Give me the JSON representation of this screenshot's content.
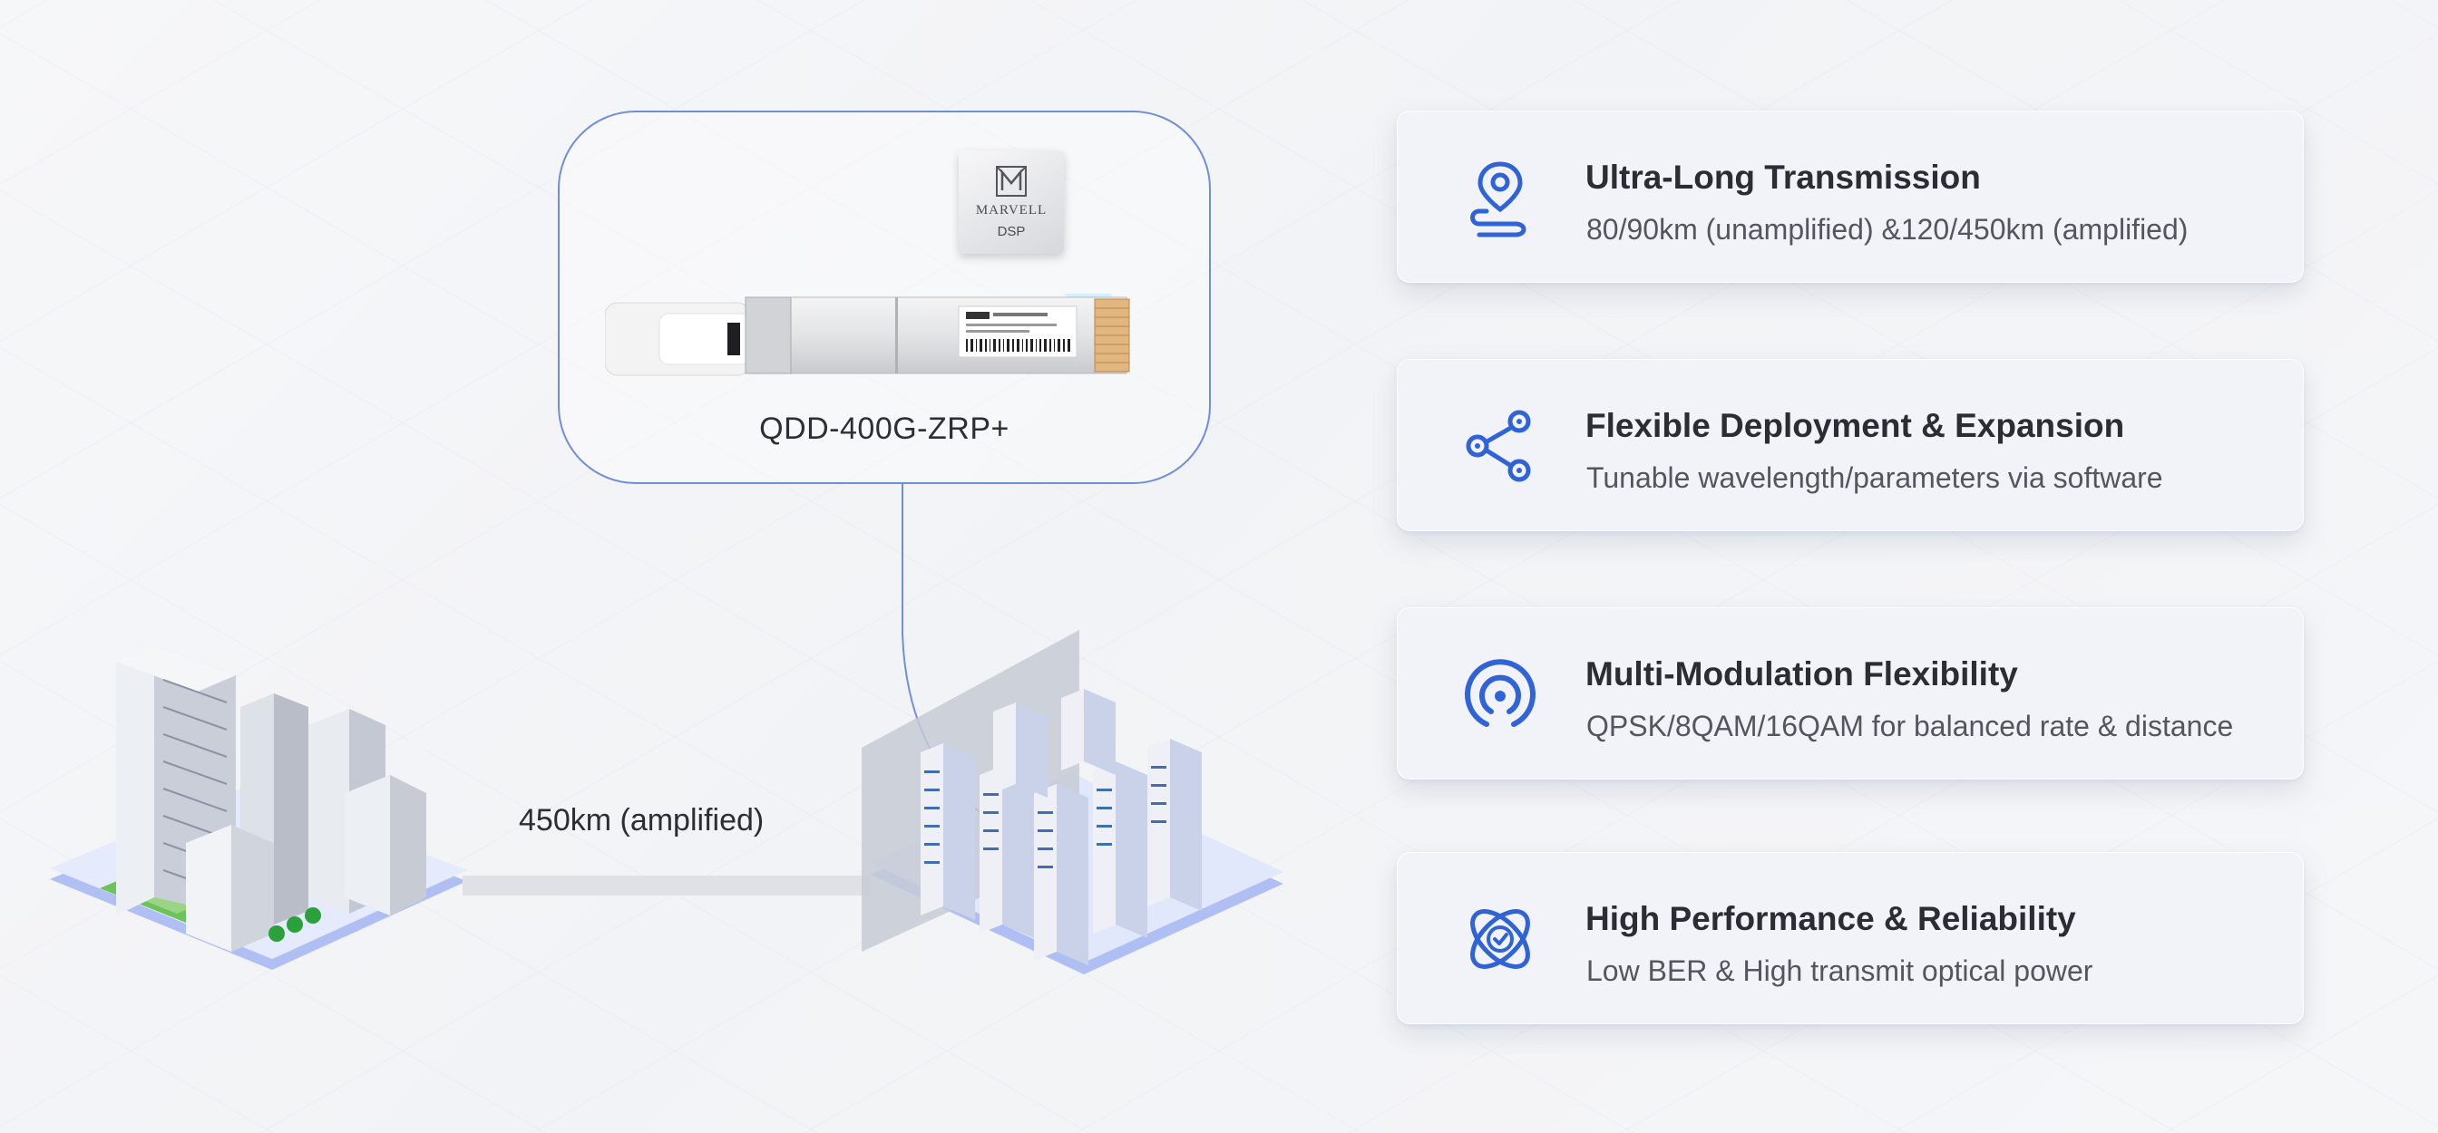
{
  "product": {
    "model": "QDD-400G-ZRP+",
    "chip_brand": "MARVELL",
    "chip_type": "DSP"
  },
  "link": {
    "distance_label": "450km (amplified)"
  },
  "features": [
    {
      "title": "Ultra-Long Transmission",
      "desc": "80/90km (unamplified) &120/450km (amplified)",
      "icon": "location-route-icon"
    },
    {
      "title": "Flexible Deployment & Expansion",
      "desc": "Tunable wavelength/parameters via software",
      "icon": "share-nodes-icon"
    },
    {
      "title": "Multi-Modulation Flexibility",
      "desc": "QPSK/8QAM/16QAM for balanced rate & distance",
      "icon": "signal-broadcast-icon"
    },
    {
      "title": "High Performance & Reliability",
      "desc": "Low BER & High transmit optical power",
      "icon": "orbit-check-icon"
    }
  ],
  "colors": {
    "accent": "#2f63d6",
    "callout_border": "#6f8fd8",
    "platform": "#dfe5fb"
  }
}
